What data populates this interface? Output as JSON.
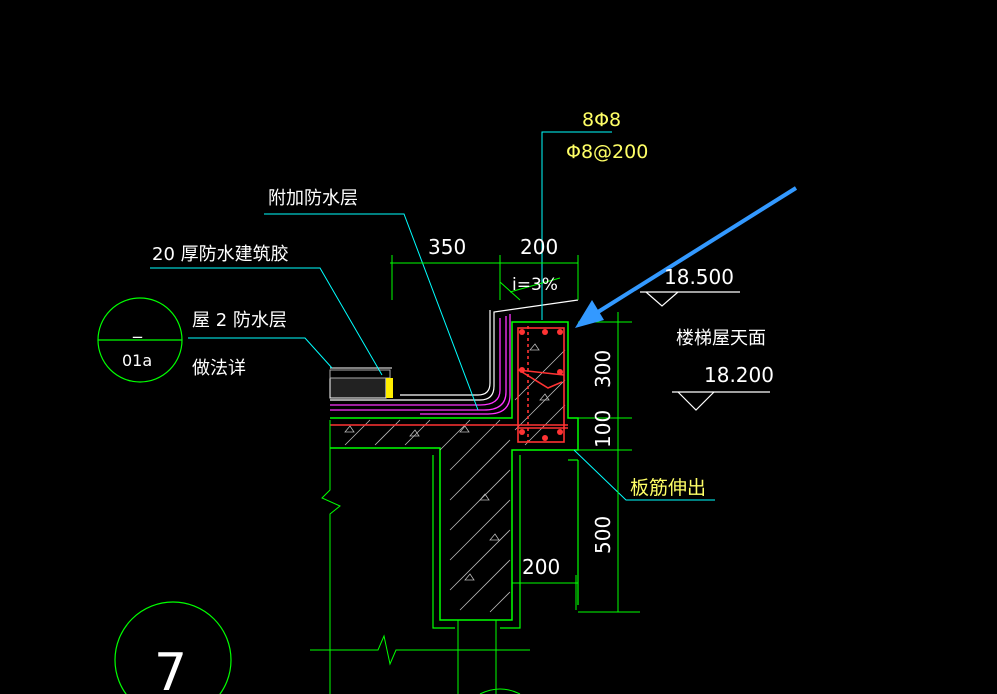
{
  "rebar": {
    "main_bars": "8Φ8",
    "stirrups": "Φ8@200"
  },
  "labels": {
    "extra_waterproof": "附加防水层",
    "insulation": "20 厚防水建筑胶",
    "roof_layer": "屋 2 防水层",
    "detail_method": "做法详",
    "stair_roof": "楼梯屋天面",
    "slab_bar": "板筋伸出"
  },
  "dimensions": {
    "d350": "350",
    "d200_top": "200",
    "slope": "i=3%",
    "d300": "300",
    "d100": "100",
    "d500": "500",
    "d200_bottom": "200"
  },
  "elevations": {
    "top": "18.500",
    "bottom": "18.200"
  },
  "detail_ref": {
    "top": "_",
    "bottom": "01a"
  },
  "section_number": "7",
  "colors": {
    "background": "#000000",
    "outline": "#00ff00",
    "leader": "#00ffff",
    "rebar": "#ff3333",
    "membrane": "#ff33ff",
    "arrow": "#3399ff"
  }
}
